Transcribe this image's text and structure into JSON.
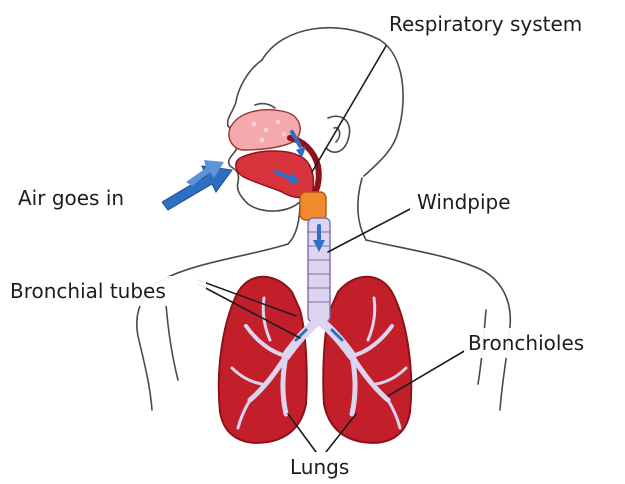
{
  "labels": {
    "respiratory_system": "Respiratory system",
    "air_goes_in": "Air goes in",
    "windpipe": "Windpipe",
    "bronchial_tubes": "Bronchial tubes",
    "bronchioles": "Bronchioles",
    "lungs": "Lungs"
  },
  "colors": {
    "lung_fill": "#c21f2b",
    "lung_dark": "#8e1119",
    "airway_fill": "#ddd5ef",
    "nasal_fill": "#f4a9ad",
    "larynx": "#f08a2c",
    "arrow": "#2f6fc2",
    "outline": "#4a4a4a"
  }
}
